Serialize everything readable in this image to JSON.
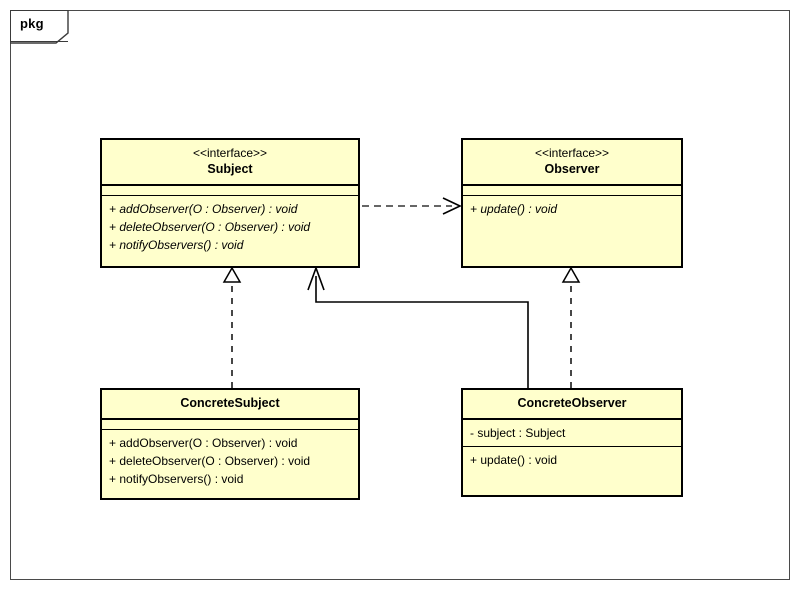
{
  "diagram": {
    "type": "uml-class-diagram",
    "pattern": "Observer",
    "package": {
      "label": "pkg"
    },
    "colors": {
      "class_fill": "#FFFFCC",
      "class_border": "#000000",
      "frame_border": "#4A4A4A",
      "connector": "#000000",
      "background": "#FFFFFF"
    }
  },
  "classes": {
    "subject": {
      "stereotype": "<<interface>>",
      "name": "Subject",
      "attributes": [],
      "methods": [
        "+ addObserver(O : Observer) : void",
        "+ deleteObserver(O : Observer) : void",
        "+ notifyObservers() : void"
      ],
      "abstract": true
    },
    "observer": {
      "stereotype": "<<interface>>",
      "name": "Observer",
      "attributes": [],
      "methods": [
        "+ update() : void"
      ],
      "abstract": true
    },
    "concrete_subject": {
      "stereotype": "",
      "name": "ConcreteSubject",
      "attributes": [],
      "methods": [
        "+ addObserver(O : Observer) : void",
        "+ deleteObserver(O : Observer) : void",
        "+ notifyObservers() : void"
      ],
      "abstract": false
    },
    "concrete_observer": {
      "stereotype": "",
      "name": "ConcreteObserver",
      "attributes": [
        "- subject : Subject"
      ],
      "methods": [
        "+ update() : void"
      ],
      "abstract": false
    }
  },
  "relationships": [
    {
      "name": "subject-depends-on-observer",
      "kind": "dependency",
      "line": "dashed",
      "arrow": "open",
      "from": "Subject",
      "to": "Observer"
    },
    {
      "name": "concretesubject-realizes-subject",
      "kind": "realization",
      "line": "dashed",
      "arrow": "hollow-triangle",
      "from": "ConcreteSubject",
      "to": "Subject"
    },
    {
      "name": "concreteobserver-realizes-observer",
      "kind": "realization",
      "line": "dashed",
      "arrow": "hollow-triangle",
      "from": "ConcreteObserver",
      "to": "Observer"
    },
    {
      "name": "concreteobserver-associates-subject",
      "kind": "association",
      "line": "solid",
      "arrow": "open",
      "from": "ConcreteObserver",
      "to": "Subject"
    }
  ]
}
